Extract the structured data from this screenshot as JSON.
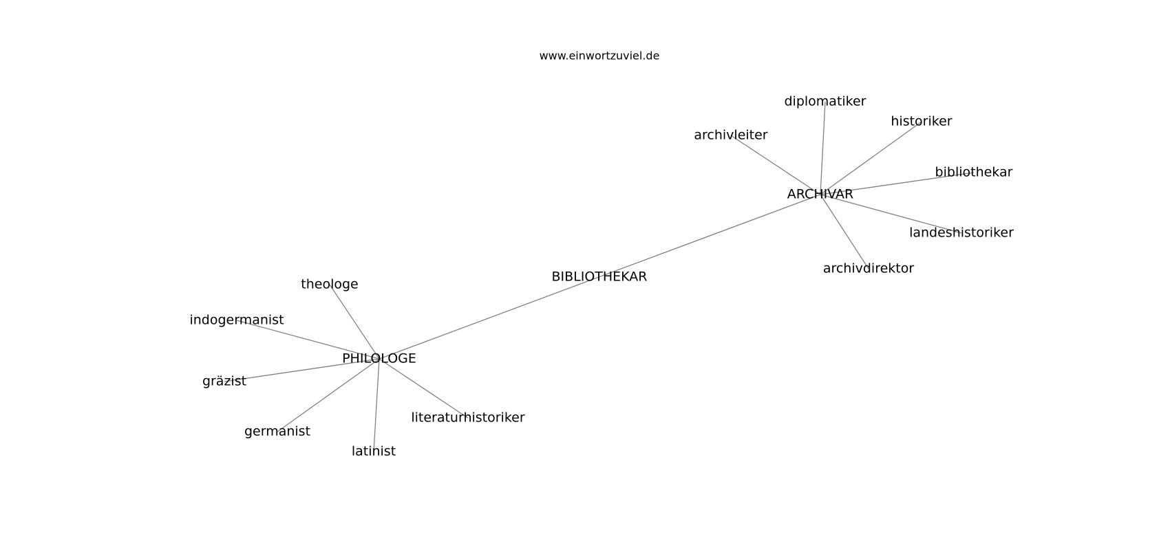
{
  "header": {
    "site": "www.einwortzuviel.de"
  },
  "graph": {
    "edge_color": "#808080",
    "nodes": [
      {
        "id": "bibliothekar_center",
        "label": "BIBLIOTHEKAR"
      },
      {
        "id": "archivar",
        "label": "ARCHIVAR"
      },
      {
        "id": "philologe",
        "label": "PHILOLOGE"
      },
      {
        "id": "diplomatiker",
        "label": "diplomatiker"
      },
      {
        "id": "historiker",
        "label": "historiker"
      },
      {
        "id": "archivleiter",
        "label": "archivleiter"
      },
      {
        "id": "bibliothekar",
        "label": "bibliothekar"
      },
      {
        "id": "landeshistoriker",
        "label": "landeshistoriker"
      },
      {
        "id": "archivdirektor",
        "label": "archivdirektor"
      },
      {
        "id": "theologe",
        "label": "theologe"
      },
      {
        "id": "indogermanist",
        "label": "indogermanist"
      },
      {
        "id": "grazist",
        "label": "gräzist"
      },
      {
        "id": "germanist",
        "label": "germanist"
      },
      {
        "id": "latinist",
        "label": "latinist"
      },
      {
        "id": "literaturhistoriker",
        "label": "literaturhistoriker"
      }
    ],
    "edges": [
      [
        "archivar",
        "philologe"
      ],
      [
        "archivar",
        "diplomatiker"
      ],
      [
        "archivar",
        "historiker"
      ],
      [
        "archivar",
        "archivleiter"
      ],
      [
        "archivar",
        "bibliothekar"
      ],
      [
        "archivar",
        "landeshistoriker"
      ],
      [
        "archivar",
        "archivdirektor"
      ],
      [
        "philologe",
        "theologe"
      ],
      [
        "philologe",
        "indogermanist"
      ],
      [
        "philologe",
        "grazist"
      ],
      [
        "philologe",
        "germanist"
      ],
      [
        "philologe",
        "latinist"
      ],
      [
        "philologe",
        "literaturhistoriker"
      ]
    ]
  }
}
